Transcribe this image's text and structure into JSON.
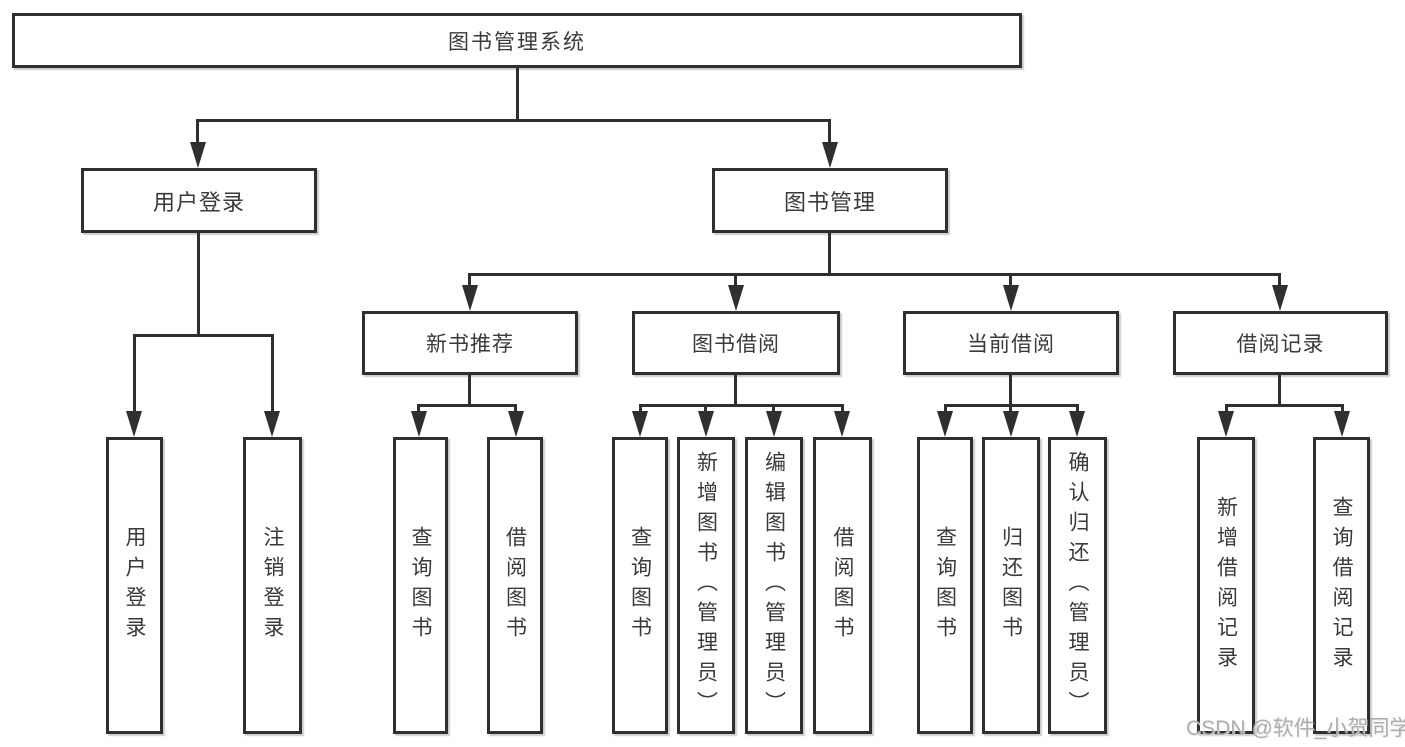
{
  "tree": {
    "label": "图书管理系统",
    "children": [
      {
        "label": "用户登录",
        "children": [
          {
            "label": "用户登录"
          },
          {
            "label": "注销登录"
          }
        ]
      },
      {
        "label": "图书管理",
        "children": [
          {
            "label": "新书推荐",
            "children": [
              {
                "label": "查询图书"
              },
              {
                "label": "借阅图书"
              }
            ]
          },
          {
            "label": "图书借阅",
            "children": [
              {
                "label": "查询图书"
              },
              {
                "label": "新增图书（管理员）"
              },
              {
                "label": "编辑图书（管理员）"
              },
              {
                "label": "借阅图书"
              }
            ]
          },
          {
            "label": "当前借阅",
            "children": [
              {
                "label": "查询图书"
              },
              {
                "label": "归还图书"
              },
              {
                "label": "确认归还（管理员）"
              }
            ]
          },
          {
            "label": "借阅记录",
            "children": [
              {
                "label": "新增借阅记录"
              },
              {
                "label": "查询借阅记录"
              }
            ]
          }
        ]
      }
    ]
  },
  "watermark": {
    "text": "CSDN @软件_小贺同学"
  },
  "colors": {
    "line": "#2f2f2f",
    "text": "#3a3a3a",
    "watermark": "#aeaeae",
    "background": "#ffffff"
  }
}
